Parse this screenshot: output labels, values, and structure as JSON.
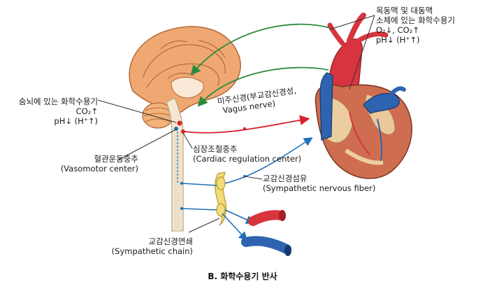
{
  "labels": {
    "aortic_carotid_receptors": {
      "line1": "목동맥 및 대동맥",
      "line2": "소체에 있는 화학수용기",
      "line3": "O₂↓, CO₂↑",
      "line4": "pH↓ (H⁺↑)"
    },
    "medulla_receptors": {
      "line1": "숨뇌에 있는 화학수용기",
      "line2": "CO₂↑",
      "line3": "pH↓ (H⁺↑)"
    },
    "vagus_nerve": {
      "line1": "미주신경(부교감신경성,",
      "line2": "Vagus nerve)"
    },
    "cardiac_center": {
      "line1": "심장조절중추",
      "line2": "(Cardiac regulation center)"
    },
    "vasomotor_center": {
      "line1": "혈관운동중추",
      "line2": "(Vasomotor center)"
    },
    "sympathetic_fiber": {
      "line1": "교감신경섬유",
      "line2": "(Sympathetic nervous fiber)"
    },
    "sympathetic_chain": {
      "line1": "교감신경연쇄",
      "line2": "(Sympathetic chain)"
    }
  },
  "caption": "B. 화학수용기 반사",
  "colors": {
    "afferent_green": "#2e8b3e",
    "vagus_red": "#d8202e",
    "sympathetic_blue": "#1f6fb5",
    "brain_tan": "#e8a06a",
    "heart_muscle": "#c96a4e",
    "artery_red": "#d8343e",
    "vein_blue": "#2e63b0",
    "ganglion_yellow": "#f3dc7a"
  }
}
